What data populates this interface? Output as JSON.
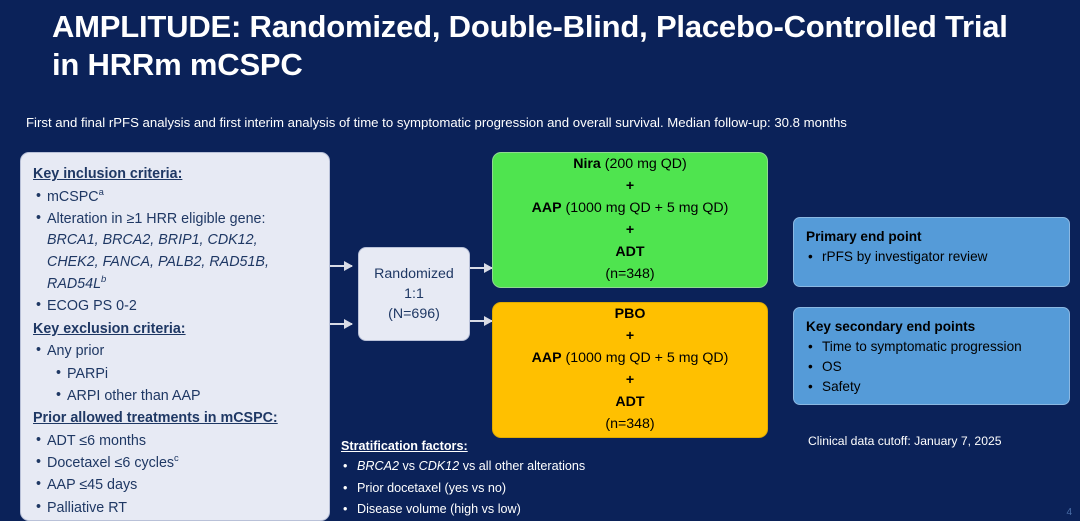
{
  "slide": {
    "title": "AMPLITUDE: Randomized, Double-Blind, Placebo-Controlled Trial in HRRm mCSPC",
    "subtitle": "First and final rPFS analysis and first interim analysis of time to symptomatic progression and overall survival. Median follow-up: 30.8 months",
    "page_number": "4",
    "data_cutoff": "Clinical data cutoff: January 7, 2025"
  },
  "colors": {
    "background": "#0b2259",
    "panel": "#e7eaf4",
    "panel_text": "#1f3864",
    "arm_nira": "#4fe44f",
    "arm_pbo": "#ffc000",
    "endpoint": "#559bd8"
  },
  "criteria": {
    "inclusion_heading": "Key inclusion criteria:",
    "inclusion_items": [
      "mCSPC",
      "Alteration in ≥1 HRR eligible gene:",
      "ECOG PS 0-2"
    ],
    "mcspc_sup": "a",
    "gene_line_1": "BRCA1, BRCA2, BRIP1, CDK12,",
    "gene_line_2": "CHEK2, FANCA, PALB2, RAD51B,",
    "gene_line_3": "RAD54L",
    "gene_line_3_sup": "b",
    "exclusion_heading": "Key exclusion criteria:",
    "exclusion_items": [
      "Any prior",
      "PARPi",
      "ARPI other than AAP"
    ],
    "prior_heading": "Prior allowed treatments in mCSPC:",
    "prior_items": [
      "ADT ≤6 months",
      "Docetaxel ≤6 cycles",
      "AAP ≤45 days",
      "Palliative RT"
    ],
    "docetaxel_sup": "c"
  },
  "randomization": {
    "label": "Randomized",
    "ratio": "1:1",
    "total": "(N=696)"
  },
  "arms": {
    "nira": {
      "drug": "Nira",
      "drug_dose": " (200 mg QD)",
      "plus_1": "+",
      "aap": "AAP",
      "aap_dose": " (1000 mg QD + 5 mg QD)",
      "plus_2": "+",
      "adt": "ADT",
      "n": "(n=348)"
    },
    "pbo": {
      "drug": "PBO",
      "drug_dose": "",
      "plus_1": "+",
      "aap": "AAP",
      "aap_dose": " (1000 mg QD + 5 mg QD)",
      "plus_2": "+",
      "adt": "ADT",
      "n": "(n=348)"
    }
  },
  "endpoints": {
    "primary_heading": "Primary end point",
    "primary_items": [
      "rPFS by investigator review"
    ],
    "secondary_heading": "Key secondary end points",
    "secondary_items": [
      "Time to symptomatic progression",
      "OS",
      "Safety"
    ]
  },
  "stratification": {
    "heading": "Stratification factors:",
    "item_1_gene_a": "BRCA2",
    "item_1_mid": " vs ",
    "item_1_gene_b": "CDK12",
    "item_1_tail": " vs all other alterations",
    "item_2": "Prior docetaxel (yes vs no)",
    "item_3": "Disease volume (high vs low)"
  }
}
